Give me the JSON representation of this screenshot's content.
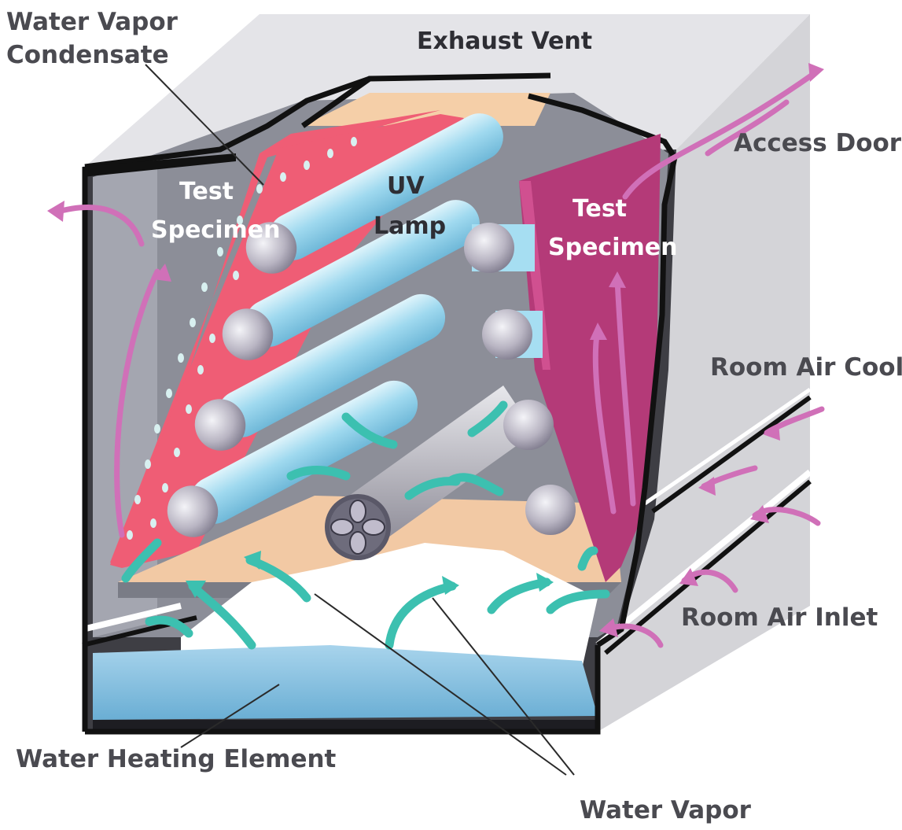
{
  "labels": {
    "water_vapor_condensate_line1": "Water Vapor",
    "water_vapor_condensate_line2": "Condensate",
    "exhaust_vent": "Exhaust Vent",
    "access_door": "Access Door",
    "test_specimen_left_line1": "Test",
    "test_specimen_left_line2": "Specimen",
    "uv_lamp_line1": "UV",
    "uv_lamp_line2": "Lamp",
    "test_specimen_right_line1": "Test",
    "test_specimen_right_line2": "Specimen",
    "room_air_cooling": "Room Air Cooling",
    "room_air_inlet": "Room Air Inlet",
    "water_heating_element": "Water Heating Element",
    "water_vapor": "Water Vapor"
  },
  "colors": {
    "cabinet_side": "#d8d8dc",
    "cabinet_top": "#e6e6ea",
    "interior_wall": "#8a8c96",
    "test_specimen_left": "#ef5d75",
    "test_specimen_right": "#b43a78",
    "uv_lamp": "#a6def2",
    "exhaust_vent": "#f5cfa8",
    "water": "#8cc4e2",
    "air_arrows": "#d070b8",
    "vapor_arrows": "#3cc0b0"
  }
}
